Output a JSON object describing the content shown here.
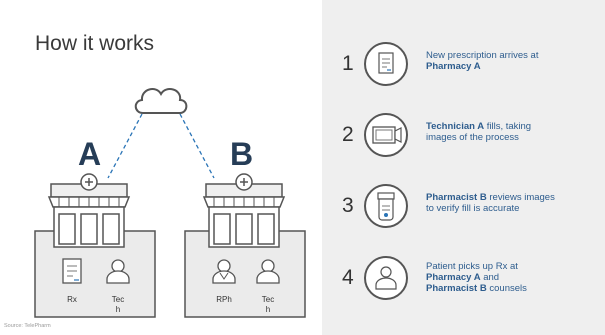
{
  "title": "How it works",
  "source": "Source: TelePharm",
  "pharmacies": [
    {
      "letter": "A",
      "roles": [
        {
          "label": "Rx",
          "icon": "prescription-icon"
        },
        {
          "label_line1": "Tec",
          "label_line2": "h",
          "icon": "person-icon"
        }
      ]
    },
    {
      "letter": "B",
      "roles": [
        {
          "label": "RPh",
          "icon": "pharmacist-icon"
        },
        {
          "label_line1": "Tec",
          "label_line2": "h",
          "icon": "person-icon"
        }
      ]
    }
  ],
  "steps": [
    {
      "number": "1",
      "icon": "prescription-icon",
      "lines": [
        "New prescription arrives at"
      ],
      "bold_line": "Pharmacy A"
    },
    {
      "number": "2",
      "icon": "camera-device-icon",
      "bold_prefix": "Technician A",
      "text_after": " fills, taking",
      "line2": "images of the process"
    },
    {
      "number": "3",
      "icon": "pill-bottle-icon",
      "bold_prefix": "Pharmacist B",
      "text_after": " reviews images",
      "line2": "to verify fill is accurate"
    },
    {
      "number": "4",
      "icon": "patient-counsel-icon",
      "line1": "Patient picks up Rx at",
      "bold_line2": "Pharmacy A",
      "line2_after": " and",
      "bold_line3": "Pharmacist B",
      "line3_after": " counsels"
    }
  ],
  "colors": {
    "accent": "#2a74b6",
    "letter": "#263d57",
    "step_text": "#2e5d8e",
    "panel": "#efefef"
  }
}
